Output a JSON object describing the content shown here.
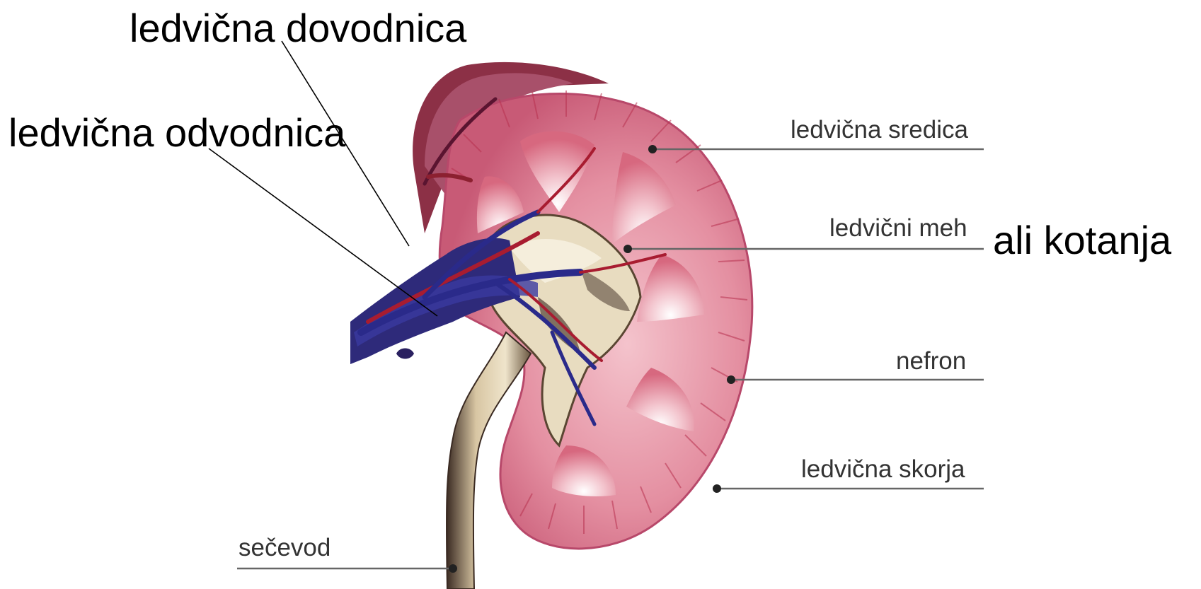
{
  "labels": {
    "dovodnica": "ledvična dovodnica",
    "odvodnica": "ledvična odvodnica",
    "sredica": "ledvična sredica",
    "meh": "ledvični meh",
    "kotanja": "ali kotanja",
    "nefron": "nefron",
    "skorja": "ledvična skorja",
    "secevod": "sečevod"
  },
  "colors": {
    "cortex": "#d9788f",
    "cortex_light": "#ecaab6",
    "medulla_pyramid": "#f2c7cf",
    "vessel_red": "#a81c30",
    "vessel_blue": "#2a2a8a",
    "pelvis": "#e6dcc6",
    "ureter": "#d9c8a8",
    "capsule": "#8c2a3c",
    "leader_line": "#666666"
  }
}
